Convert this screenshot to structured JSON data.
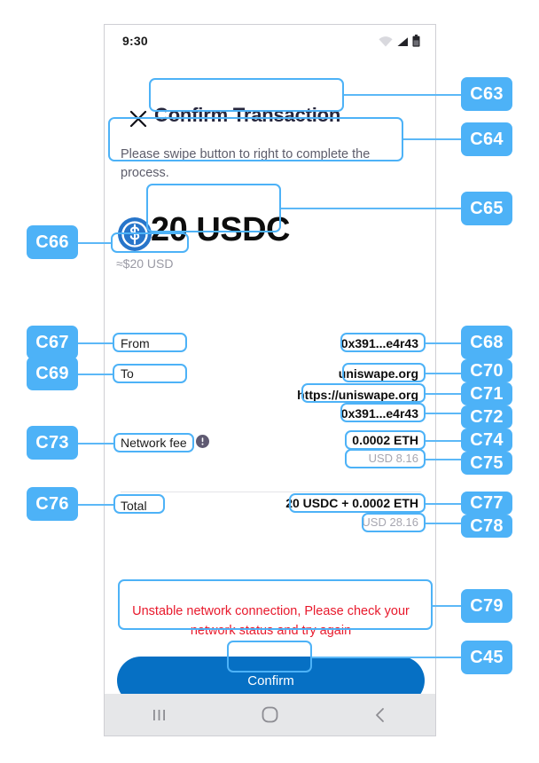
{
  "status_bar": {
    "time": "9:30",
    "icons": [
      "wifi-icon",
      "signal-icon",
      "battery-icon"
    ]
  },
  "header": {
    "close_icon": "close-icon",
    "title": "Confirm Transaction",
    "subtitle": "Please swipe button to right to complete the process."
  },
  "amount_section": {
    "token_icon": "usdc-icon",
    "amount": "20 USDC",
    "amount_usd": "≈$20 USD"
  },
  "details": {
    "from_label": "From",
    "from_value": "0x391...e4r43",
    "to_label": "To",
    "to_value_name": "uniswape.org",
    "to_value_url": "https://uniswape.org",
    "to_value_address": "0x391...e4r43",
    "fee_label": "Network fee",
    "fee_info_icon": "info-icon",
    "fee_value": "0.0002 ETH",
    "fee_value_usd": "USD 8.16",
    "total_label": "Total",
    "total_value": "20 USDC + 0.0002 ETH",
    "total_value_usd": "USD 28.16"
  },
  "error": {
    "message": "Unstable network connection, Please check your network status and try again"
  },
  "confirm_button": {
    "label": "Confirm"
  },
  "nav_bar": {
    "recents_icon": "recents-icon",
    "home_icon": "home-icon",
    "back_icon": "back-icon"
  },
  "annotations": {
    "c63": "C63",
    "c64": "C64",
    "c65": "C65",
    "c66": "C66",
    "c67": "C67",
    "c68": "C68",
    "c69": "C69",
    "c70": "C70",
    "c71": "C71",
    "c72": "C72",
    "c73": "C73",
    "c74": "C74",
    "c75": "C75",
    "c76": "C76",
    "c77": "C77",
    "c78": "C78",
    "c79": "C79",
    "c45": "C45"
  },
  "colors": {
    "accent_blue": "#4db2f7",
    "button_blue": "#0670c4",
    "error_red": "#e8192c",
    "title_navy": "#26263c",
    "muted_gray": "#9a9aa4"
  }
}
